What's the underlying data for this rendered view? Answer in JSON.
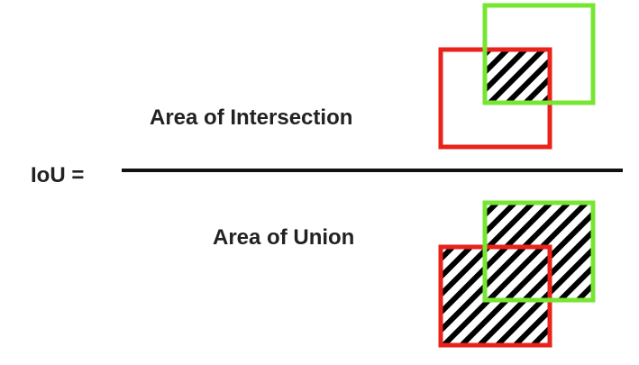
{
  "formula": {
    "lhs": "IoU =",
    "numerator": "Area of Intersection",
    "denominator": "Area of Union"
  },
  "colors": {
    "box_a": "#e8231c",
    "box_b": "#77e633",
    "hatch": "#000000",
    "fraction_bar": "#111111",
    "text": "#222222"
  }
}
